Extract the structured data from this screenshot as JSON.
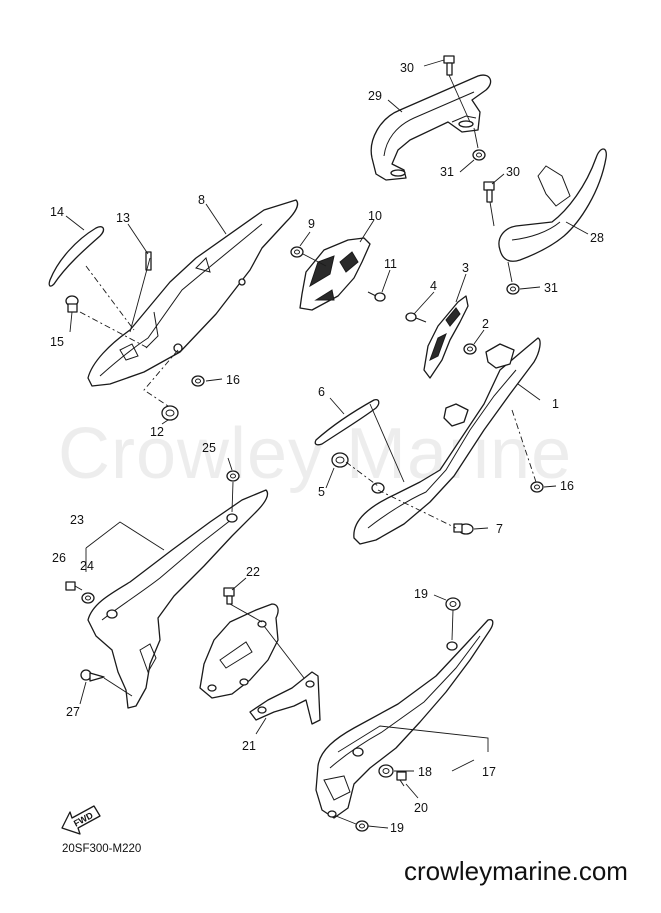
{
  "watermark": "Crowley Marine",
  "diagram_code": "20SF300-M220",
  "site_url": "crowleymarine.com",
  "fwd_label": "FWD",
  "callouts": [
    "1",
    "2",
    "3",
    "4",
    "5",
    "6",
    "7",
    "8",
    "9",
    "10",
    "11",
    "12",
    "13",
    "14",
    "15",
    "16",
    "16",
    "17",
    "18",
    "19",
    "19",
    "20",
    "21",
    "22",
    "23",
    "24",
    "25",
    "26",
    "27",
    "28",
    "29",
    "30",
    "30",
    "31",
    "31"
  ]
}
